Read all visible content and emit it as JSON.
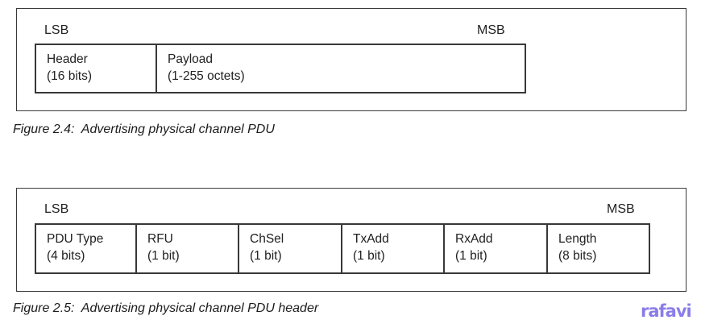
{
  "colors": {
    "background": "#ffffff",
    "border": "#383838",
    "text": "#212121",
    "watermark": "#8a7ce8"
  },
  "figures": [
    {
      "lsb_label": "LSB",
      "msb_label": "MSB",
      "fields": [
        {
          "name": "Header",
          "size": "(16 bits)"
        },
        {
          "name": "Payload",
          "size": "(1-255 octets)"
        }
      ],
      "caption": "Figure 2.4:  Advertising physical channel PDU"
    },
    {
      "lsb_label": "LSB",
      "msb_label": "MSB",
      "fields": [
        {
          "name": "PDU Type",
          "size": "(4 bits)"
        },
        {
          "name": "RFU",
          "size": "(1 bit)"
        },
        {
          "name": "ChSel",
          "size": "(1 bit)"
        },
        {
          "name": "TxAdd",
          "size": "(1 bit)"
        },
        {
          "name": "RxAdd",
          "size": "(1 bit)"
        },
        {
          "name": "Length",
          "size": "(8 bits)"
        }
      ],
      "caption": "Figure 2.5:  Advertising physical channel PDU header"
    }
  ],
  "watermark": {
    "text": "rafavi"
  }
}
